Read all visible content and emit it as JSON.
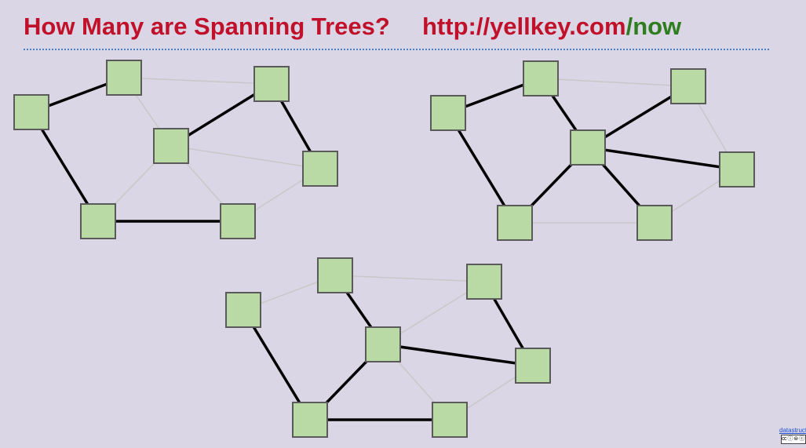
{
  "slide": {
    "title": "How Many are Spanning Trees?",
    "url_prefix": "http://yellkey.com",
    "url_sep": "/",
    "url_code": "now"
  },
  "footer": {
    "site": "datastructure.e",
    "license_badge": "cc ⓘ ⊜ ⓒ"
  },
  "colors": {
    "title": "#c0102a",
    "url_code": "#2e7d1e",
    "node_fill": "#b9d9a5",
    "node_stroke": "#5a5a5a",
    "tree_edge": "#000000",
    "graph_edge": "#c8c8c8"
  },
  "graph_edges": [
    [
      0,
      1
    ],
    [
      0,
      5
    ],
    [
      1,
      2
    ],
    [
      1,
      3
    ],
    [
      2,
      3
    ],
    [
      2,
      4
    ],
    [
      3,
      4
    ],
    [
      3,
      5
    ],
    [
      3,
      6
    ],
    [
      4,
      6
    ],
    [
      5,
      6
    ]
  ],
  "graphs": [
    {
      "name": "graph-1",
      "tree_edges": [
        [
          0,
          1
        ],
        [
          0,
          5
        ],
        [
          5,
          6
        ],
        [
          2,
          3
        ],
        [
          2,
          4
        ]
      ]
    },
    {
      "name": "graph-2",
      "tree_edges": [
        [
          0,
          1
        ],
        [
          0,
          5
        ],
        [
          1,
          3
        ],
        [
          2,
          3
        ],
        [
          3,
          5
        ],
        [
          3,
          6
        ],
        [
          3,
          4
        ]
      ]
    },
    {
      "name": "graph-3",
      "tree_edges": [
        [
          0,
          5
        ],
        [
          1,
          3
        ],
        [
          3,
          4
        ],
        [
          3,
          5
        ],
        [
          5,
          6
        ],
        [
          2,
          4
        ]
      ]
    }
  ]
}
